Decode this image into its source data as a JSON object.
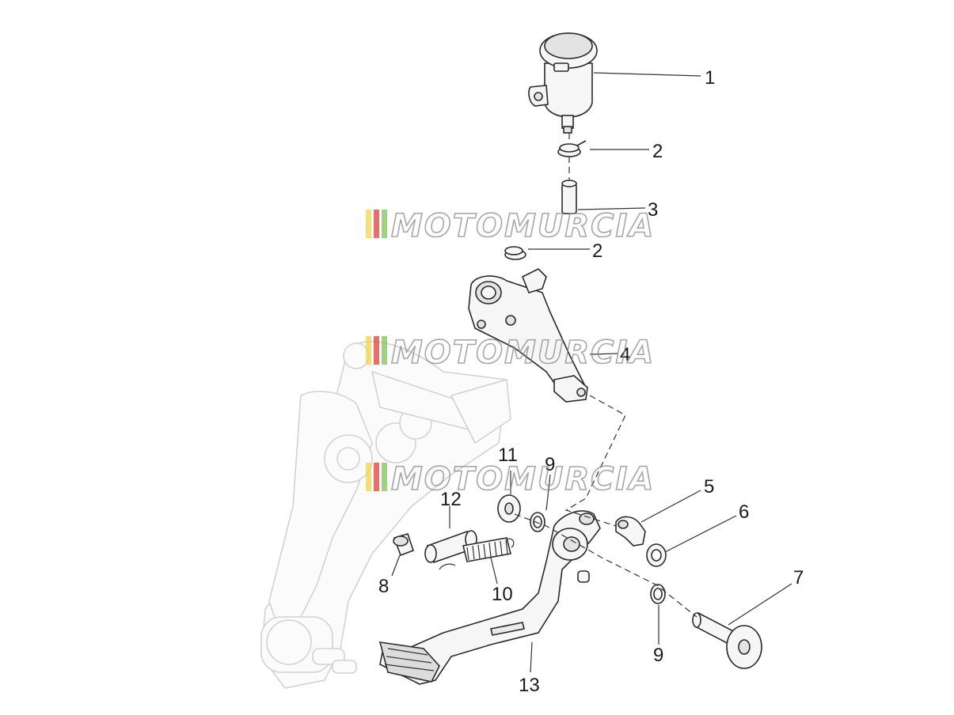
{
  "callouts": [
    {
      "key": "c1",
      "text": "1"
    },
    {
      "key": "c2a",
      "text": "2"
    },
    {
      "key": "c3",
      "text": "3"
    },
    {
      "key": "c2b",
      "text": "2"
    },
    {
      "key": "c4",
      "text": "4"
    },
    {
      "key": "c11",
      "text": "11"
    },
    {
      "key": "c9a",
      "text": "9"
    },
    {
      "key": "c12",
      "text": "12"
    },
    {
      "key": "c5",
      "text": "5"
    },
    {
      "key": "c6",
      "text": "6"
    },
    {
      "key": "c8",
      "text": "8"
    },
    {
      "key": "c10",
      "text": "10"
    },
    {
      "key": "c7",
      "text": "7"
    },
    {
      "key": "c9b",
      "text": "9"
    },
    {
      "key": "c13",
      "text": "13"
    }
  ],
  "watermark": {
    "text": "MOTOMURCIA",
    "stripe_colors": [
      "#f2d64b",
      "#e0413a",
      "#7fc45a"
    ]
  }
}
